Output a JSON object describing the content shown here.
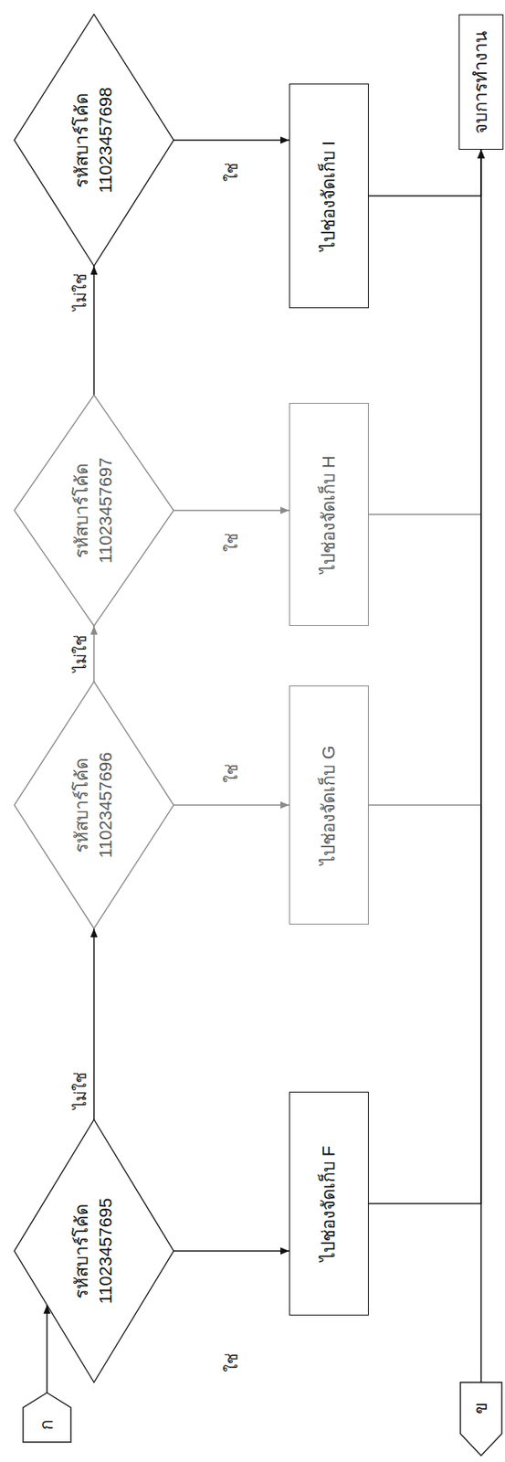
{
  "diagram": {
    "nodes": [
      {
        "text": [
          "ก"
        ]
      },
      {
        "text": [
          "รหัสบาร์โค้ด 11023457695"
        ]
      },
      {
        "text": [
          "ไปช่องจัดเก็บ F"
        ]
      },
      {
        "text": [
          "รหัสบาร์โค้ด 11023457696"
        ]
      },
      {
        "text": [
          "ไปช่องจัดเก็บ G"
        ]
      },
      {
        "text": [
          "รหัสบาร์โค้ด 11023457697"
        ]
      },
      {
        "text": [
          "ไปช่องจัดเก็บ H"
        ]
      },
      {
        "text": [
          "รหัสบาร์โค้ด 11023457698"
        ]
      },
      {
        "text": [
          "ไปช่องจัดเก็บ I"
        ]
      },
      {
        "text": [
          "ข"
        ]
      },
      {
        "text": [
          "จบการทำงาน"
        ]
      }
    ],
    "edges": [
      {
        "from": 0,
        "to": 1,
        "arrow": "to"
      },
      {
        "from": 1,
        "to": 2,
        "label": "ใช่",
        "arrow": "to"
      },
      {
        "from": 1,
        "to": 3,
        "label": "ไม่ใช่",
        "arrow": "to"
      },
      {
        "from": 3,
        "to": 4,
        "label": "ใช่",
        "arrow": "to"
      },
      {
        "from": 3,
        "to": 5,
        "label": "ไม่ใช่",
        "arrow": "to"
      },
      {
        "from": 5,
        "to": 6,
        "label": "ใช่",
        "arrow": "to"
      },
      {
        "from": 5,
        "to": 7,
        "label": "ไม่ใช่",
        "arrow": "to"
      },
      {
        "from": 7,
        "to": 8,
        "label": "ใช่",
        "arrow": "to"
      },
      {
        "from": 2,
        "to": 10,
        "arrow": "to"
      },
      {
        "from": 4,
        "to": 10,
        "arrow": "to"
      },
      {
        "from": 6,
        "to": 10,
        "arrow": "to"
      },
      {
        "from": 8,
        "to": 10,
        "arrow": "to"
      },
      {
        "from": 9,
        "to": 10,
        "arrow": "to"
      }
    ]
  }
}
